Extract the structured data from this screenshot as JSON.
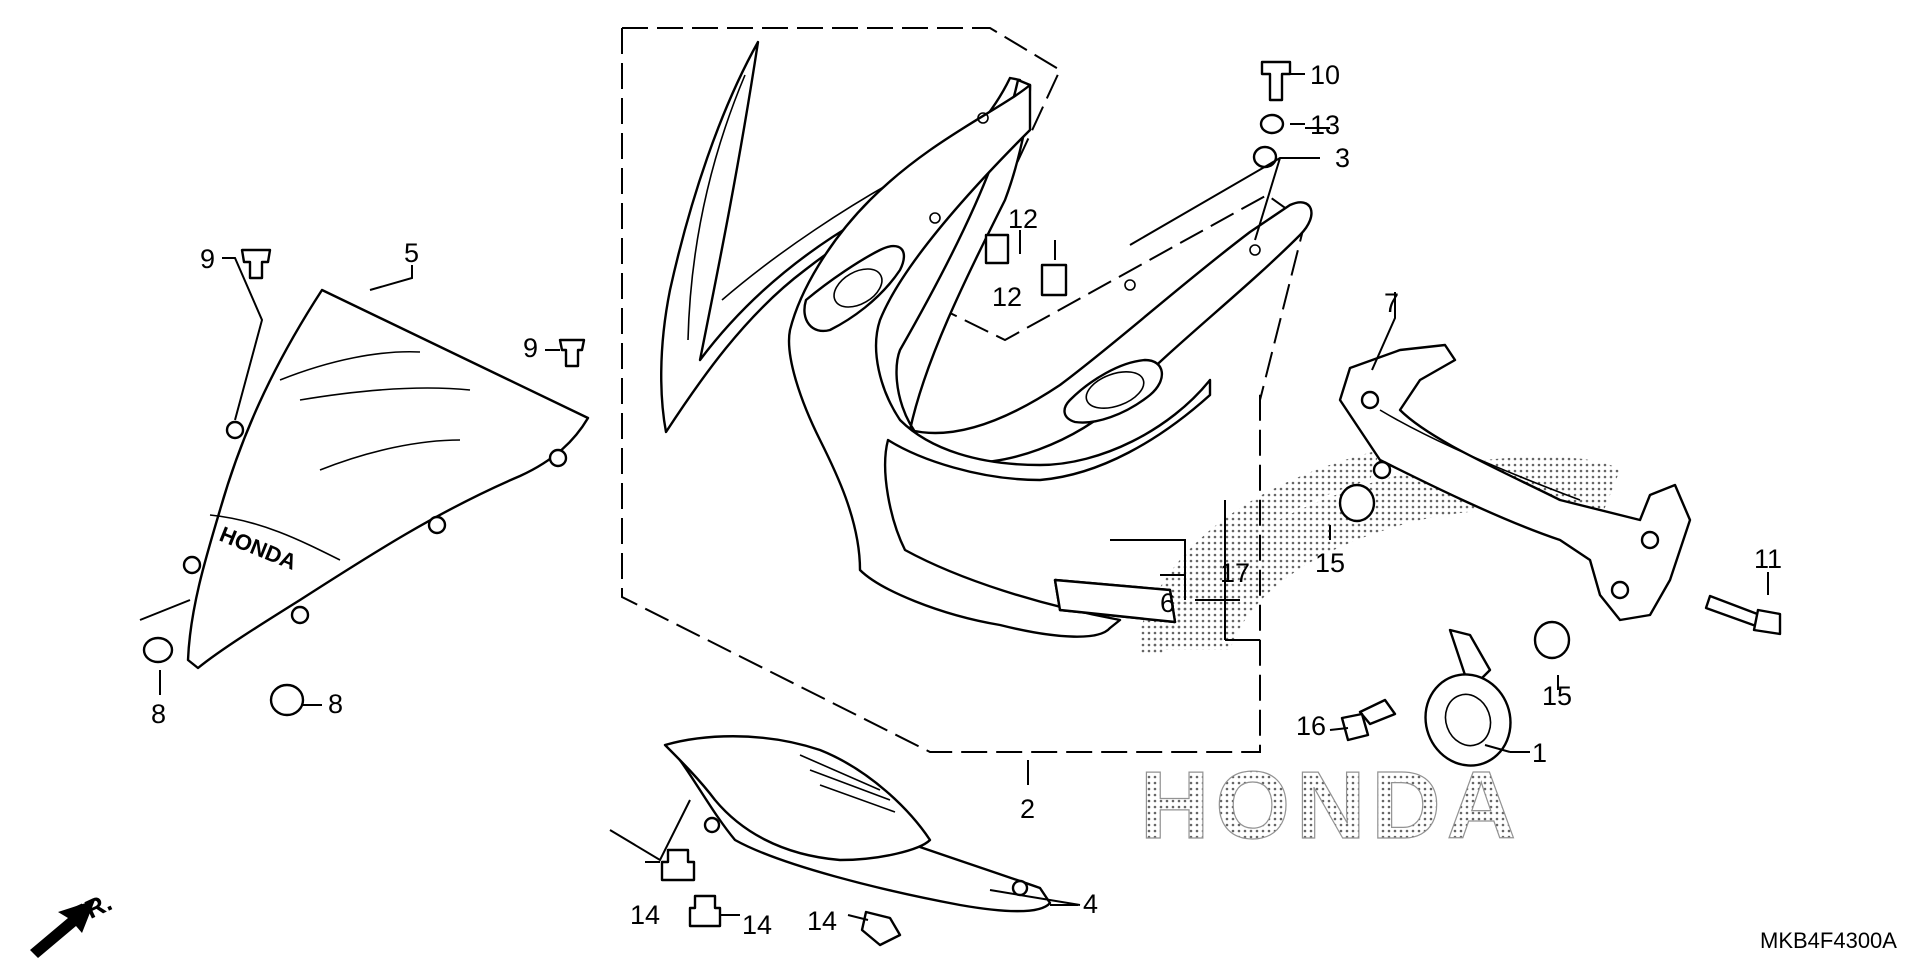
{
  "diagram": {
    "code": "MKB4F4300A",
    "direction_label": "FR.",
    "brand_text": "HONDA",
    "callouts": [
      {
        "id": "c1",
        "text": "1"
      },
      {
        "id": "c2",
        "text": "2"
      },
      {
        "id": "c3",
        "text": "3"
      },
      {
        "id": "c4",
        "text": "4"
      },
      {
        "id": "c5",
        "text": "5"
      },
      {
        "id": "c6",
        "text": "6"
      },
      {
        "id": "c7",
        "text": "7"
      },
      {
        "id": "c8a",
        "text": "8"
      },
      {
        "id": "c8b",
        "text": "8"
      },
      {
        "id": "c9a",
        "text": "9"
      },
      {
        "id": "c9b",
        "text": "9"
      },
      {
        "id": "c10",
        "text": "10"
      },
      {
        "id": "c11",
        "text": "11"
      },
      {
        "id": "c12a",
        "text": "12"
      },
      {
        "id": "c12b",
        "text": "12"
      },
      {
        "id": "c13",
        "text": "13"
      },
      {
        "id": "c14a",
        "text": "14"
      },
      {
        "id": "c14b",
        "text": "14"
      },
      {
        "id": "c14c",
        "text": "14"
      },
      {
        "id": "c15a",
        "text": "15"
      },
      {
        "id": "c15b",
        "text": "15"
      },
      {
        "id": "c16",
        "text": "16"
      },
      {
        "id": "c17",
        "text": "17"
      }
    ]
  }
}
